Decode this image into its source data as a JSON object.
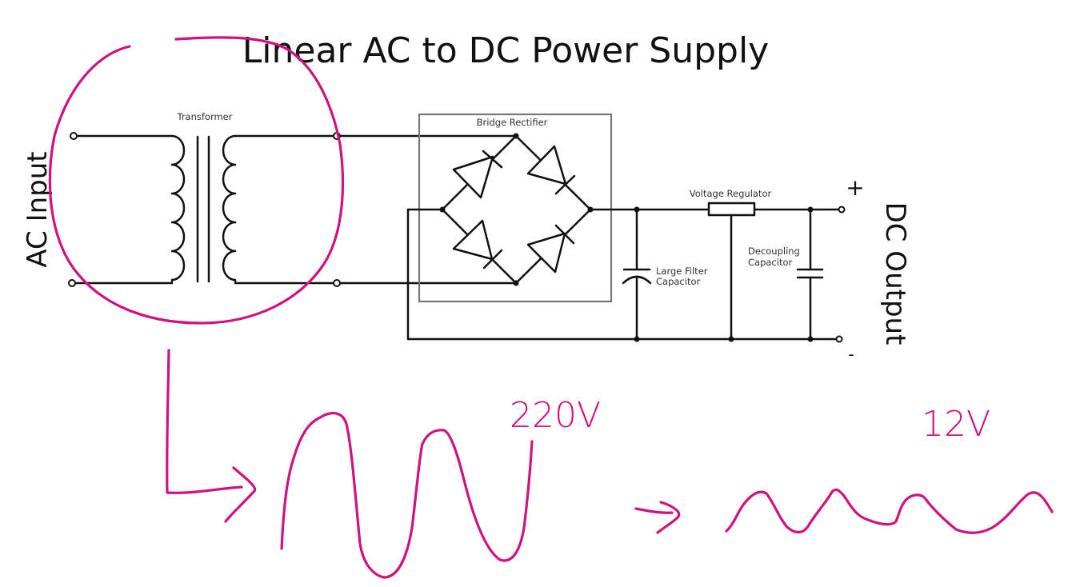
{
  "diagram": {
    "title": "Linear AC to DC Power Supply",
    "input_label": "AC Input",
    "output_label": "DC Output",
    "components": {
      "transformer": "Transformer",
      "bridge_rectifier": "Bridge Rectifier",
      "voltage_regulator": "Voltage Regulator",
      "large_filter_capacitor_line1": "Large Filter",
      "large_filter_capacitor_line2": "Capacitor",
      "decoupling_capacitor_line1": "Decoupling",
      "decoupling_capacitor_line2": "Capacitor"
    },
    "polarity": {
      "positive": "+",
      "negative": "-"
    }
  },
  "annotations": {
    "color": "#d0117f",
    "input_voltage": "220V",
    "output_voltage": "12V",
    "items": [
      "circle around transformer",
      "arrow to input waveform",
      "large AC sine wave",
      "arrow to output waveform",
      "small ripple waveform"
    ]
  }
}
